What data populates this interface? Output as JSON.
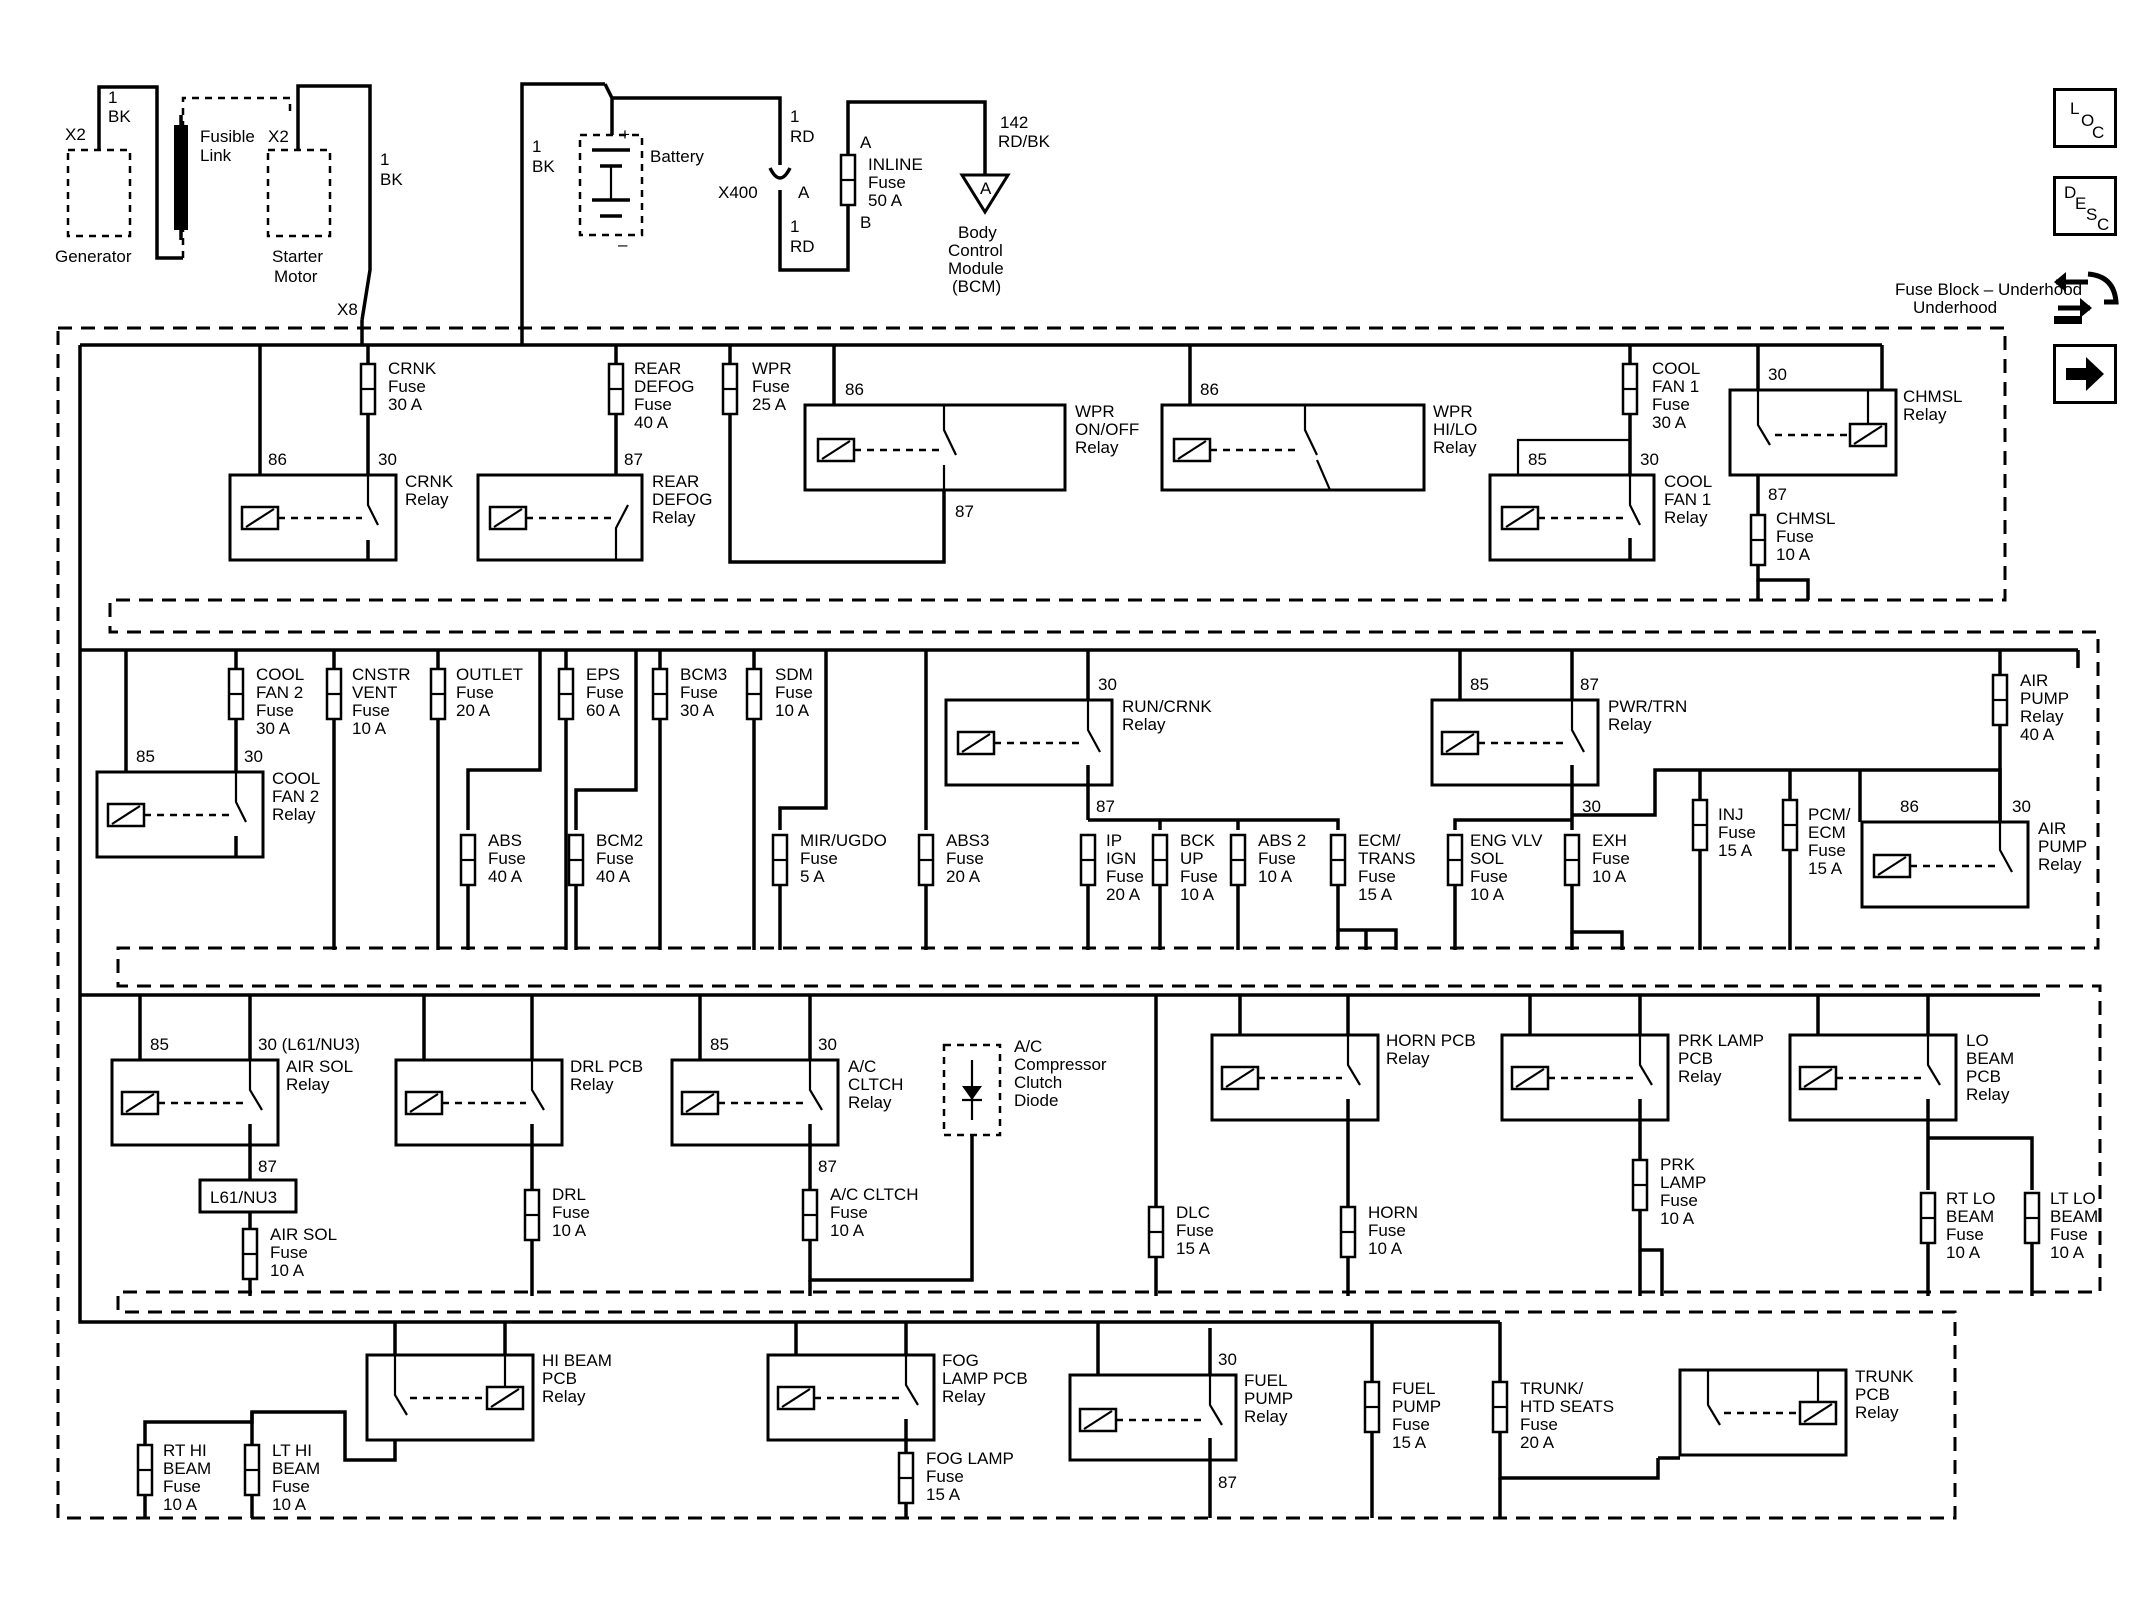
{
  "header": {
    "title": "Fuse Block – Underhood"
  },
  "nav": {
    "loc": [
      "L",
      "O",
      "C"
    ],
    "desc": [
      "D",
      "E",
      "S",
      "C"
    ]
  },
  "top": {
    "generator": [
      "X2",
      "Generator"
    ],
    "fusible_link": [
      "Fusible",
      "Link"
    ],
    "starter": [
      "X2",
      "Starter",
      "Motor"
    ],
    "wire_1bk_a": [
      "1",
      "BK"
    ],
    "wire_1bk_b": [
      "1",
      "BK"
    ],
    "wire_1bk_c": [
      "1",
      "BK"
    ],
    "x8": "X8",
    "battery": [
      "+",
      "Battery",
      "–"
    ],
    "wire_1rd_a": [
      "1",
      "RD"
    ],
    "x400": [
      "X400",
      "A"
    ],
    "wire_1rd_b": [
      "1",
      "RD"
    ],
    "inline": [
      "A",
      "INLINE",
      "Fuse",
      "50 A",
      "B"
    ],
    "wire_142": [
      "142",
      "RD/BK"
    ],
    "bcm": [
      "A",
      "Body",
      "Control",
      "Module",
      "(BCM)"
    ]
  },
  "sec1": {
    "crnk_fuse": [
      "CRNK",
      "Fuse",
      "30 A"
    ],
    "crnk_relay": [
      "86",
      "30",
      "CRNK",
      "Relay"
    ],
    "rear_defog_fuse": [
      "REAR",
      "DEFOG",
      "Fuse",
      "40 A"
    ],
    "rear_defog_relay": [
      "87",
      "REAR",
      "DEFOG",
      "Relay"
    ],
    "wpr_fuse": [
      "WPR",
      "Fuse",
      "25 A"
    ],
    "wpr_onoff": [
      "86",
      "WPR",
      "ON/OFF",
      "Relay",
      "87"
    ],
    "wpr_hilo": [
      "86",
      "WPR",
      "HI/LO",
      "Relay"
    ],
    "cool1_fuse": [
      "COOL",
      "FAN 1",
      "Fuse",
      "30 A"
    ],
    "cool1_relay": [
      "85",
      "30",
      "COOL",
      "FAN 1",
      "Relay"
    ],
    "chmsl_relay": [
      "30",
      "CHMSL",
      "Relay",
      "87"
    ],
    "chmsl_fuse": [
      "CHMSL",
      "Fuse",
      "10 A"
    ]
  },
  "sec2": {
    "cool2_fuse": [
      "COOL",
      "FAN 2",
      "Fuse",
      "30 A"
    ],
    "cool2_relay": [
      "85",
      "30",
      "COOL",
      "FAN 2",
      "Relay"
    ],
    "cnstr": [
      "CNSTR",
      "VENT",
      "Fuse",
      "10 A"
    ],
    "outlet": [
      "OUTLET",
      "Fuse",
      "20 A"
    ],
    "eps": [
      "EPS",
      "Fuse",
      "60 A"
    ],
    "bcm3": [
      "BCM3",
      "Fuse",
      "30 A"
    ],
    "sdm": [
      "SDM",
      "Fuse",
      "10 A"
    ],
    "abs": [
      "ABS",
      "Fuse",
      "40 A"
    ],
    "bcm2": [
      "BCM2",
      "Fuse",
      "40 A"
    ],
    "mir": [
      "MIR/UGDO",
      "Fuse",
      "5 A"
    ],
    "abs3": [
      "ABS3",
      "Fuse",
      "20 A"
    ],
    "run_crnk": [
      "30",
      "RUN/CRNK",
      "Relay",
      "87"
    ],
    "ip_ign": [
      "IP",
      "IGN",
      "Fuse",
      "20 A"
    ],
    "bck_up": [
      "BCK",
      "UP",
      "Fuse",
      "10 A"
    ],
    "abs2": [
      "ABS 2",
      "Fuse",
      "10 A"
    ],
    "ecm_trans": [
      "ECM/",
      "TRANS",
      "Fuse",
      "15 A"
    ],
    "pwr_trn": [
      "85",
      "87",
      "PWR/TRN",
      "Relay",
      "30"
    ],
    "eng_vlv": [
      "ENG VLV",
      "SOL",
      "Fuse",
      "10 A"
    ],
    "exh": [
      "EXH",
      "Fuse",
      "10 A"
    ],
    "inj": [
      "INJ",
      "Fuse",
      "15 A"
    ],
    "pcm_ecm": [
      "PCM/",
      "ECM",
      "Fuse",
      "15 A"
    ],
    "air_pump_fuse": [
      "AIR",
      "PUMP",
      "Relay",
      "40 A"
    ],
    "air_pump_relay": [
      "86",
      "30",
      "AIR",
      "PUMP",
      "Relay"
    ]
  },
  "sec3": {
    "air_sol_relay": [
      "85",
      "30 (L61/NU3)",
      "AIR SOL",
      "Relay",
      "87"
    ],
    "l61": "L61/NU3",
    "air_sol_fuse": [
      "AIR SOL",
      "Fuse",
      "10 A"
    ],
    "drl_relay": [
      "DRL PCB",
      "Relay"
    ],
    "drl_fuse": [
      "DRL",
      "Fuse",
      "10 A"
    ],
    "ac_relay": [
      "85",
      "30",
      "A/C",
      "CLTCH",
      "Relay",
      "87"
    ],
    "ac_fuse": [
      "A/C CLTCH",
      "Fuse",
      "10 A"
    ],
    "diode": [
      "A/C",
      "Compressor",
      "Clutch",
      "Diode"
    ],
    "dlc": [
      "DLC",
      "Fuse",
      "15 A"
    ],
    "horn_relay": [
      "HORN PCB",
      "Relay"
    ],
    "horn_fuse": [
      "HORN",
      "Fuse",
      "10 A"
    ],
    "prk_relay": [
      "PRK LAMP",
      "PCB",
      "Relay"
    ],
    "prk_fuse": [
      "PRK",
      "LAMP",
      "Fuse",
      "10 A"
    ],
    "lo_relay": [
      "LO",
      "BEAM",
      "PCB",
      "Relay"
    ],
    "rt_lo": [
      "RT LO",
      "BEAM",
      "Fuse",
      "10 A"
    ],
    "lt_lo": [
      "LT LO",
      "BEAM",
      "Fuse",
      "10 A"
    ]
  },
  "sec4": {
    "hi_relay": [
      "HI BEAM",
      "PCB",
      "Relay"
    ],
    "rt_hi": [
      "RT HI",
      "BEAM",
      "Fuse",
      "10 A"
    ],
    "lt_hi": [
      "LT HI",
      "BEAM",
      "Fuse",
      "10 A"
    ],
    "fog_relay": [
      "FOG",
      "LAMP PCB",
      "Relay"
    ],
    "fog_fuse": [
      "FOG LAMP",
      "Fuse",
      "15 A"
    ],
    "fuel_relay": [
      "30",
      "FUEL",
      "PUMP",
      "Relay",
      "87"
    ],
    "fuel_fuse": [
      "FUEL",
      "PUMP",
      "Fuse",
      "15 A"
    ],
    "trunk_fuse": [
      "TRUNK/",
      "HTD SEATS",
      "Fuse",
      "20 A"
    ],
    "trunk_relay": [
      "TRUNK",
      "PCB",
      "Relay"
    ]
  }
}
